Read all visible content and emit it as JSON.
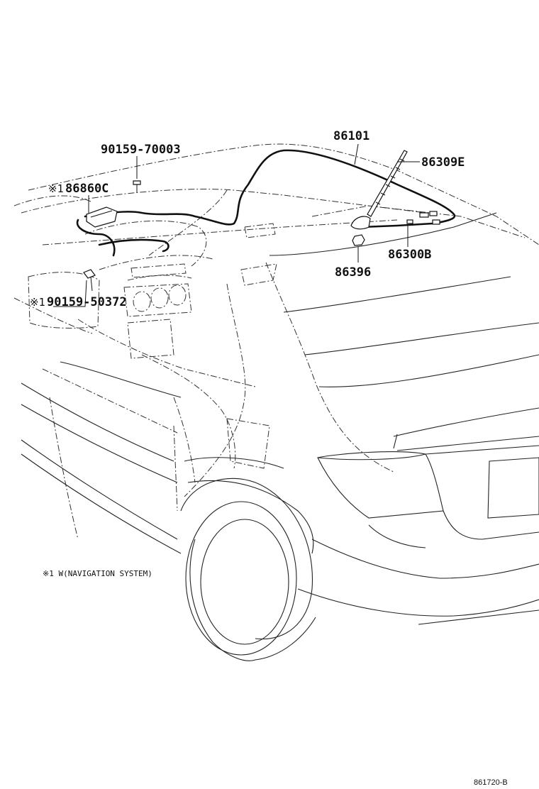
{
  "parts": {
    "p86101": "86101",
    "p86309e": "86309E",
    "p86300b": "86300B",
    "p86396": "86396",
    "p90159_70003": "90159-70003",
    "p86860c": "86860C",
    "p90159_50372": "90159-50372"
  },
  "marks": {
    "p86860c": "※1",
    "p90159_50372": "※1"
  },
  "note": "※1 W(NAVIGATION SYSTEM)",
  "ref_code": "861720-B"
}
